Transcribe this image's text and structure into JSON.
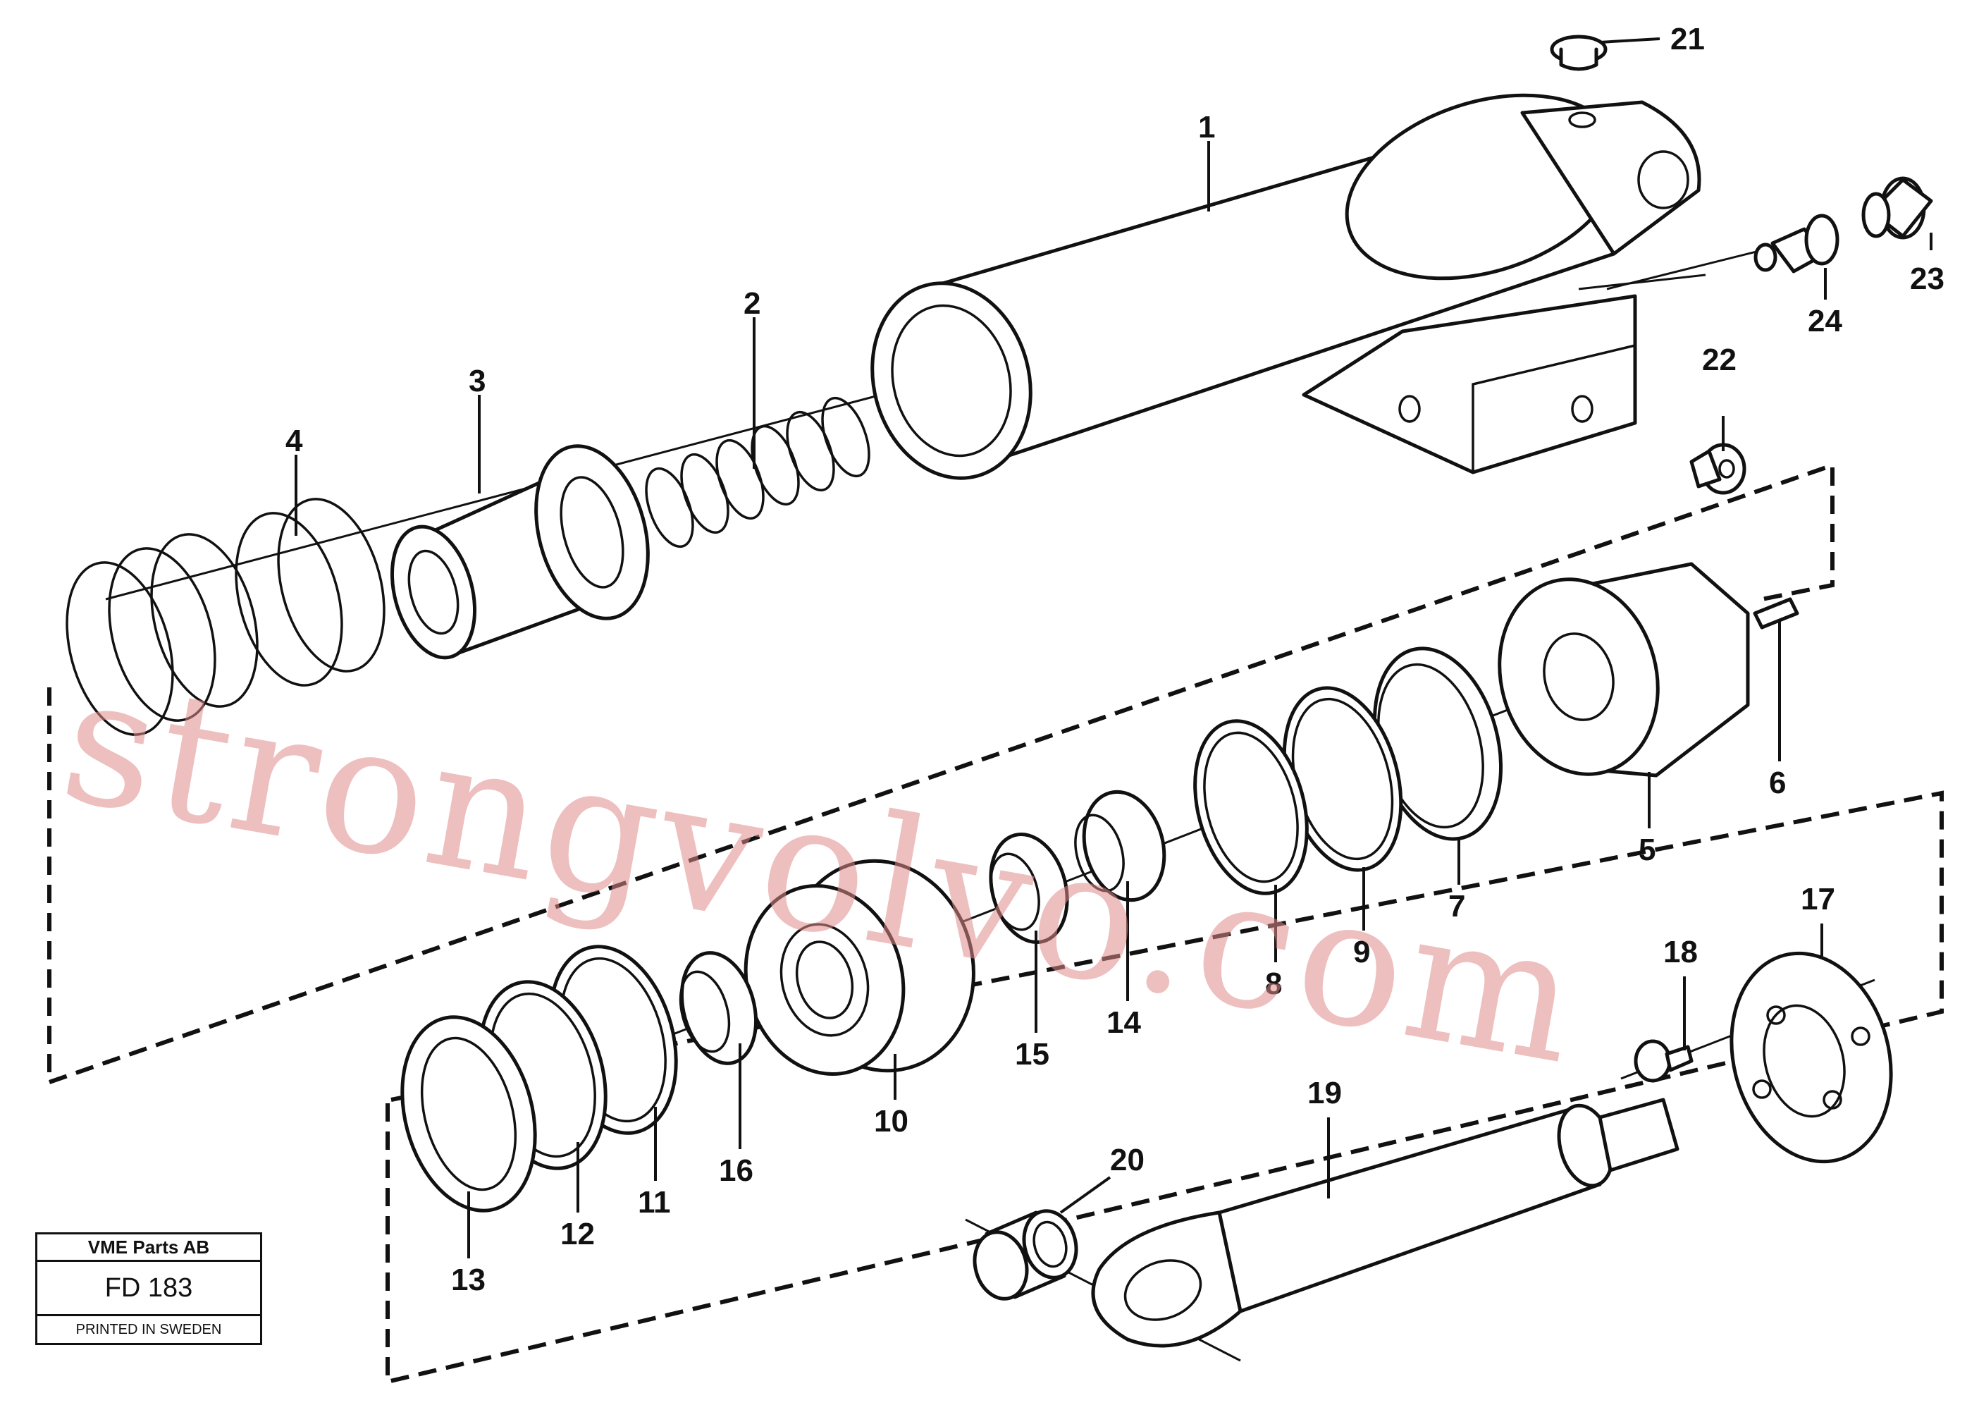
{
  "stamp": {
    "company": "VME Parts AB",
    "code": "FD 183",
    "printed": "PRINTED IN SWEDEN"
  },
  "watermark": "strongvolvo.com",
  "callouts": {
    "n1": "1",
    "n2": "2",
    "n3": "3",
    "n4": "4",
    "n5": "5",
    "n6": "6",
    "n7": "7",
    "n8": "8",
    "n9": "9",
    "n10": "10",
    "n11": "11",
    "n12": "12",
    "n13": "13",
    "n14": "14",
    "n15": "15",
    "n16": "16",
    "n17": "17",
    "n18": "18",
    "n19": "19",
    "n20": "20",
    "n21": "21",
    "n22": "22",
    "n23": "23",
    "n24": "24"
  },
  "colors": {
    "ink": "#111111",
    "watermark": "#e08b8b",
    "paper": "#ffffff"
  }
}
